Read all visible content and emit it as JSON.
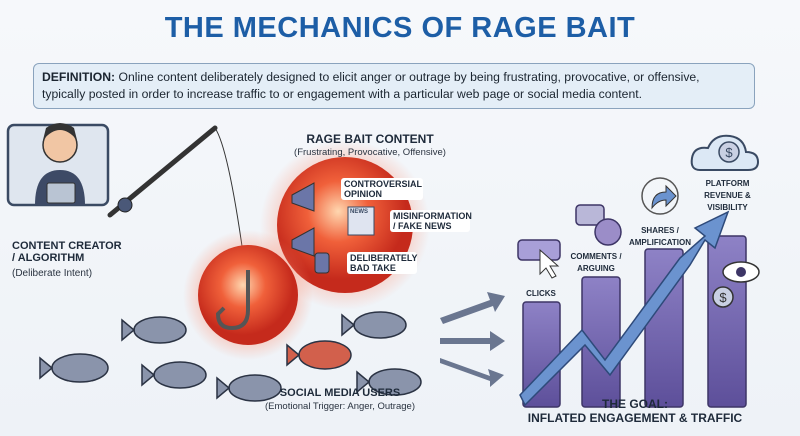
{
  "title": "THE MECHANICS OF RAGE BAIT",
  "definition": {
    "label": "DEFINITION:",
    "text": " Online content deliberately designed to elicit anger or outrage by being frustrating, provocative, or offensive, typically posted in order to increase traffic to or engagement with a particular web page or social media content."
  },
  "creator": {
    "title_line1": "CONTENT CREATOR",
    "title_line2": "/ ALGORITHM",
    "subtitle": "(Deliberate Intent)"
  },
  "content": {
    "title": "RAGE BAIT CONTENT",
    "subtitle": "(Frustrating, Provocative, Offensive)",
    "items": [
      "CONTROVERSIAL OPINION",
      "MISINFORMATION / FAKE NEWS",
      "DELIBERATELY BAD TAKE"
    ],
    "news_label": "NEWS"
  },
  "users": {
    "title": "SOCIAL MEDIA USERS",
    "subtitle": "(Emotional Trigger: Anger, Outrage)"
  },
  "engagement": {
    "stages": [
      "CLICKS",
      "COMMENTS / ARGUING",
      "SHARES / AMPLIFICATION",
      "PLATFORM REVENUE & VISIBILITY"
    ]
  },
  "goal": {
    "line1": "THE GOAL:",
    "line2": "INFLATED ENGAGEMENT & TRAFFIC"
  },
  "colors": {
    "title": "#1d5ea6",
    "rage": "#e0412a",
    "bar": "#8b7fc0",
    "arrow": "#5b86c4"
  }
}
